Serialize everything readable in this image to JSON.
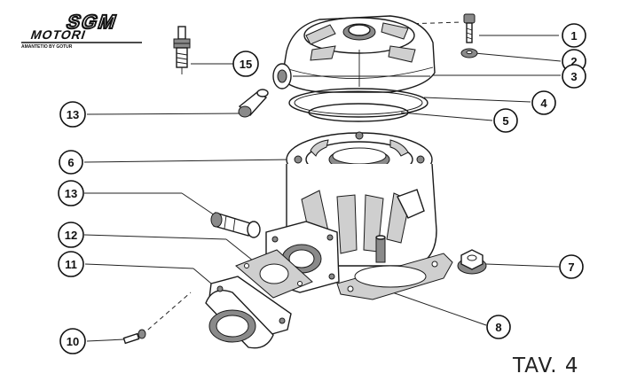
{
  "logo": {
    "brand_top": "SGM",
    "brand_bottom": "MOTORI",
    "tagline": "AMANTETIO BY GOTUR",
    "icon": "sgm-motori-logo"
  },
  "plate_label": "TAV. 4",
  "callouts": [
    {
      "number": "1",
      "part": "cylinder-head-bolt"
    },
    {
      "number": "2",
      "part": "washer"
    },
    {
      "number": "3",
      "part": "cylinder-head"
    },
    {
      "number": "4",
      "part": "head-gasket"
    },
    {
      "number": "5",
      "part": "o-ring"
    },
    {
      "number": "6",
      "part": "cylinder"
    },
    {
      "number": "7",
      "part": "cylinder-nut"
    },
    {
      "number": "8",
      "part": "base-gasket"
    },
    {
      "number": "10",
      "part": "intake-screw"
    },
    {
      "number": "11",
      "part": "intake-manifold"
    },
    {
      "number": "12",
      "part": "intake-gasket"
    },
    {
      "number": "13",
      "part": "decompression-valve"
    },
    {
      "number": "15",
      "part": "spark-plug"
    }
  ]
}
